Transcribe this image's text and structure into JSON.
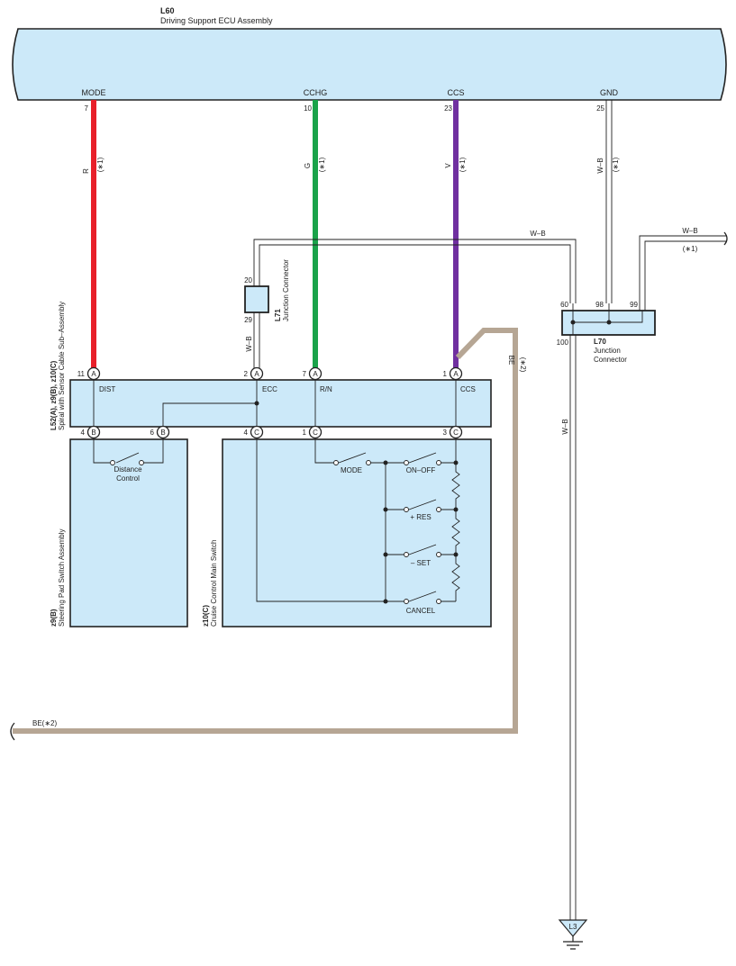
{
  "ecu": {
    "code": "L60",
    "name": "Driving Support ECU Assembly",
    "pins": {
      "mode": {
        "label": "MODE",
        "num": "7"
      },
      "cchg": {
        "label": "CCHG",
        "num": "10"
      },
      "ccs": {
        "label": "CCS",
        "num": "23"
      },
      "gnd": {
        "label": "GND",
        "num": "25"
      }
    }
  },
  "wires": {
    "mode_color": "R",
    "cchg_color": "G",
    "ccs_color": "V",
    "gnd_color": "W–B",
    "top_branch": "W–B",
    "right_branch": "W–B",
    "ground_run": "W–B",
    "l71_out": "W–B",
    "be_vertical": "BE",
    "be_vertical_note": "(∗2)",
    "be_bottom": "BE(∗2)",
    "note1": "(∗1)"
  },
  "l71": {
    "code": "L71",
    "name": "Junction Connector",
    "pin_top": "20",
    "pin_bottom": "29"
  },
  "l70": {
    "code": "L70",
    "name1": "Junction",
    "name2": "Connector",
    "pin60": "60",
    "pin98": "98",
    "pin99": "99",
    "pin100": "100"
  },
  "spiral": {
    "codes": "L52(A), z9(B), z10(C)",
    "name": "Spiral with Sensor Cable Sub–Assembly",
    "dist": "DIST",
    "ecc": "ECC",
    "rn": "R/N",
    "ccs": "CCS",
    "pin11": "11",
    "pin2": "2",
    "pin7": "7",
    "pin1": "1",
    "pin4b": "4",
    "pin6": "6",
    "pin4c": "4",
    "pin1c": "1",
    "pin3": "3",
    "conn_a": "A",
    "conn_b": "B",
    "conn_c": "C"
  },
  "steering": {
    "code": "z9(B)",
    "name": "Steering Pad Switch Assembly",
    "switch1": "Distance",
    "switch2": "Control"
  },
  "cruise": {
    "code": "z10(C)",
    "name": "Cruise Control Main Switch",
    "mode": "MODE",
    "onoff": "ON–OFF",
    "res": "+ RES",
    "set": "– SET",
    "cancel": "CANCEL"
  },
  "ground": {
    "code": "L3"
  },
  "colors": {
    "red": "#e8202a",
    "green": "#1aa34a",
    "violet": "#7030a0",
    "be": "#b6a694",
    "box": "#cce9f9"
  }
}
